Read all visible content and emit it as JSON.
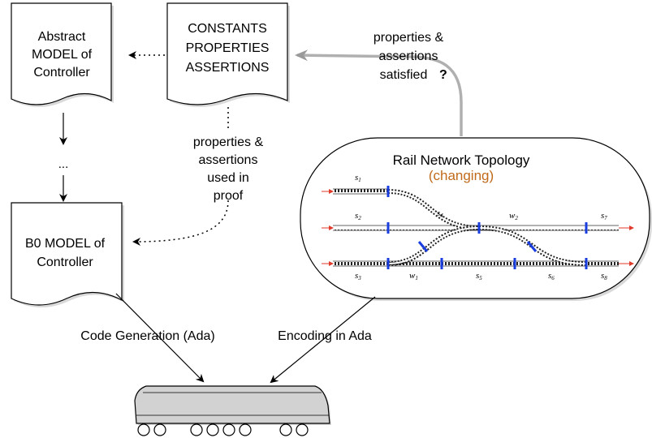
{
  "documents": {
    "abstract_model": [
      "Abstract",
      "MODEL of",
      "Controller"
    ],
    "constants": [
      "CONSTANTS",
      "PROPERTIES",
      "ASSERTIONS"
    ],
    "b0_model": [
      "B0 MODEL of",
      "Controller"
    ]
  },
  "labels": {
    "ellipsis": "...",
    "satisfied_line1": "properties &",
    "satisfied_line2": "assertions",
    "satisfied_line3": "satisfied",
    "satisfied_mark": "?",
    "used_in_proof": [
      "properties &",
      "assertions",
      "used in",
      "proof"
    ],
    "code_generation": "Code Generation (Ada)",
    "encoding": "Encoding in Ada"
  },
  "network": {
    "title": "Rail Network Topology",
    "subtitle": "(changing)",
    "track_labels": {
      "s1": "s",
      "s1_sub": "1",
      "s2": "s",
      "s2_sub": "2",
      "s3": "s",
      "s3_sub": "3",
      "s4": "s",
      "s4_sub": "4",
      "s5": "s",
      "s5_sub": "5",
      "s6": "s",
      "s6_sub": "6",
      "s7": "s",
      "s7_sub": "7",
      "s8": "s",
      "s8_sub": "8",
      "w1": "w",
      "w1_sub": "1",
      "w2": "w",
      "w2_sub": "2"
    }
  },
  "colors": {
    "subtitle": "#c06a1a",
    "marker": "#1a3de0",
    "entry_arrow": "#e03a2a",
    "feedback_arrow": "#b0b0b0",
    "train_body": "#d2d2d2"
  }
}
